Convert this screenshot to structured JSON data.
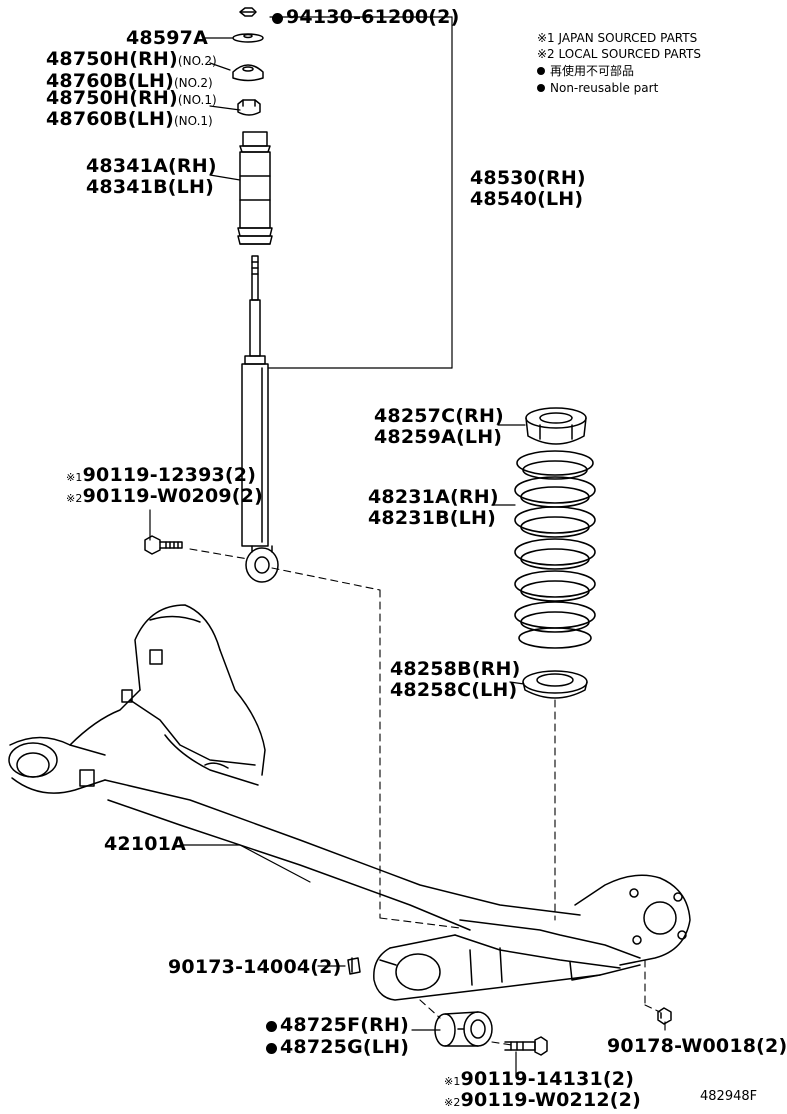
{
  "notes": {
    "japan": "※1 JAPAN SOURCED PARTS",
    "local": "※2 LOCAL SOURCED PARTS",
    "nonreuse_jp": "再使用不可部品",
    "nonreuse_en": "Non-reusable part"
  },
  "parts": {
    "p94130": "94130-61200(2)",
    "p48597": "48597A",
    "p48750h_no2": "48750H(RH)",
    "no2_a": "(NO.2)",
    "p48760b_no2": "48760B(LH)",
    "no2_b": "(NO.2)",
    "p48750h_no1": "48750H(RH)",
    "no1_a": "(NO.1)",
    "p48760b_no1": "48760B(LH)",
    "no1_b": "(NO.1)",
    "p48341a": "48341A(RH)",
    "p48341b": "48341B(LH)",
    "p48530": "48530(RH)",
    "p48540": "48540(LH)",
    "p48257c": "48257C(RH)",
    "p48259a": "48259A(LH)",
    "p48231a": "48231A(RH)",
    "p48231b": "48231B(LH)",
    "mark1": "※1",
    "p90119_12393": "90119-12393(2)",
    "mark2": "※2",
    "p90119_w0209": "90119-W0209(2)",
    "p48258b": "48258B(RH)",
    "p48258c": "48258C(LH)",
    "p42101a": "42101A",
    "p90173": "90173-14004(2)",
    "p48725f": "48725F(RH)",
    "p48725g": "48725G(LH)",
    "p90178": "90178-W0018(2)",
    "mark1b": "※1",
    "p90119_14131": "90119-14131(2)",
    "mark2b": "※2",
    "p90119_w0212": "90119-W0212(2)"
  },
  "diagram_id": "482948F"
}
